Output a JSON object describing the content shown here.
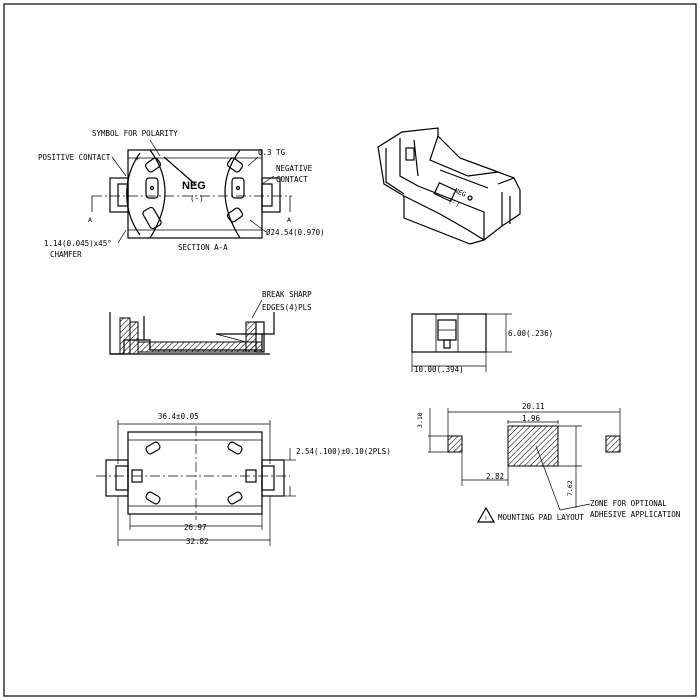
{
  "top_view": {
    "polarity_title": "SYMBOL FOR POLARITY",
    "positive_contact": "POSITIVE CONTACT",
    "plus_sign": "+",
    "dim_top": "0.3 TG",
    "negative_contact_1": "NEGATIVE",
    "negative_contact_2": "CONTACT",
    "neg": "NEG",
    "neg_symbol": "(-)",
    "section_mark_left": "A",
    "section_mark_right": "A",
    "chamfer_1": "1.14(0.045)x45°",
    "chamfer_2": "CHAMFER",
    "section_label": "SECTION A-A",
    "diameter": "Ø24.54(0.970)"
  },
  "side_view": {
    "break_1": "BREAK SHARP",
    "break_2": "EDGES(4)PLS"
  },
  "end_view": {
    "height": "6.00(.236)",
    "width": "10.00(.394)"
  },
  "bottom_view": {
    "overall_inner": "36.4±0.05",
    "pitch": "2.54(.100)±0.10(2PLS)",
    "center_span": "26.97",
    "overall": "32.82"
  },
  "pad_layout": {
    "dim_top": "20.11",
    "dim_inner": "1.96",
    "dim_left": "3.10",
    "dim_offset": "2.82",
    "dim_height": "7.62",
    "warning_icon": "!",
    "footnote": "MOUNTING PAD LAYOUT",
    "zone_1": "ZONE FOR OPTIONAL",
    "zone_2": "ADHESIVE APPLICATION"
  }
}
